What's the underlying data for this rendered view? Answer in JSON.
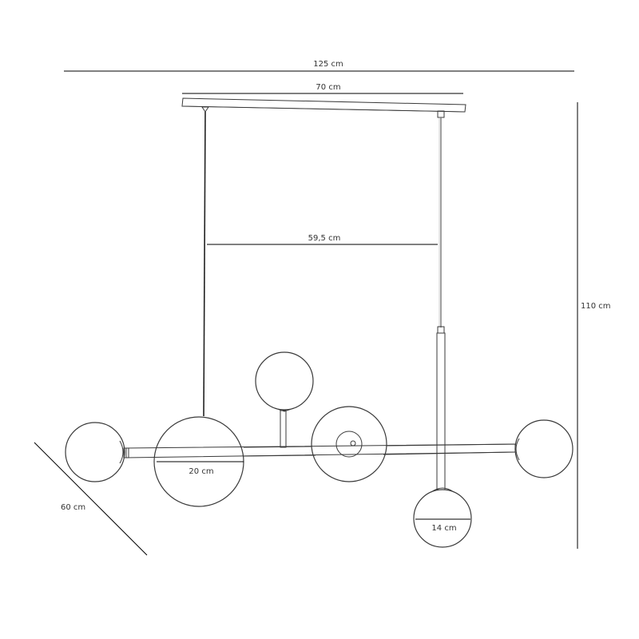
{
  "dimensions": {
    "overall_width": "125 cm",
    "canopy_width": "70 cm",
    "cable_spacing": "59,5 cm",
    "height": "110 cm",
    "depth": "60 cm",
    "large_globe": "20 cm",
    "small_globe": "14 cm"
  },
  "colors": {
    "line": "#3a3a3a",
    "background": "#ffffff"
  }
}
